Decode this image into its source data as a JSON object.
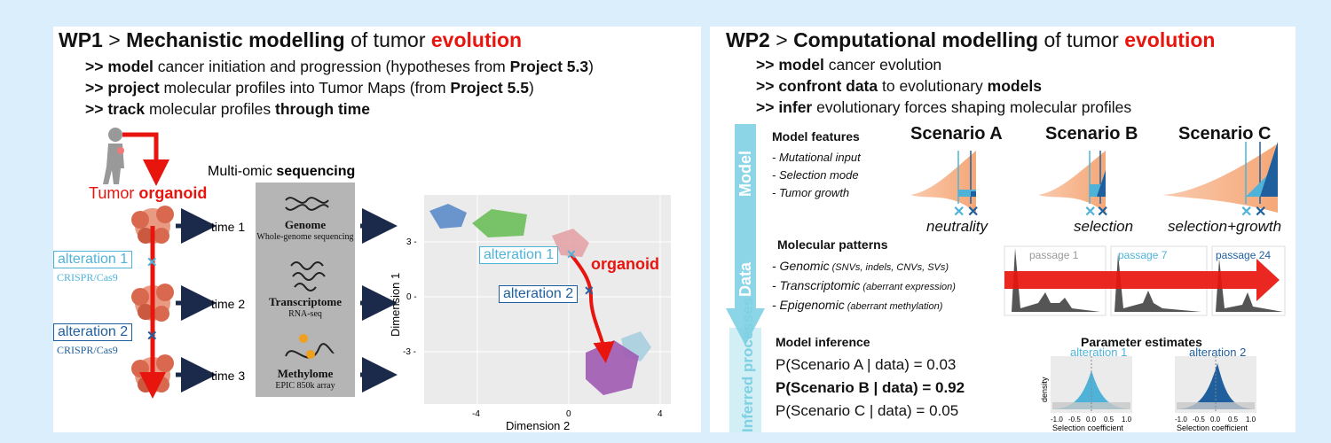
{
  "wp1": {
    "title_prefix": "WP1",
    "title_sep": " > ",
    "title_bold": "Mechanistic modelling",
    "title_mid": " of tumor ",
    "title_red": "evolution",
    "bullets": [
      {
        "arrow": ">> ",
        "bold": "model",
        "text": " cancer initiation and progression (hypotheses from ",
        "bold2": "Project 5.3",
        "end": ")"
      },
      {
        "arrow": ">> ",
        "bold": "project",
        "text": " molecular profiles into Tumor Maps (from ",
        "bold2": "Project 5.5",
        "end": ")"
      },
      {
        "arrow": ">> ",
        "bold": "track",
        "text": " molecular profiles ",
        "bold2": "through time",
        "end": ""
      }
    ],
    "tumor_label": "Tumor ",
    "tumor_label_bold": "organoid",
    "multiomic_prefix": "Multi-omic ",
    "multiomic_bold": "sequencing",
    "times": [
      "time 1",
      "time 2",
      "time 3"
    ],
    "alterations": [
      {
        "label": "alteration 1",
        "method": "CRISPR/Cas9",
        "color": "#4fb3d9"
      },
      {
        "label": "alteration 2",
        "method": "CRISPR/Cas9",
        "color": "#1f5f9e"
      }
    ],
    "omics": [
      {
        "name": "Genome",
        "sub": "Whole-genome sequencing"
      },
      {
        "name": "Transcriptome",
        "sub": "RNA-seq"
      },
      {
        "name": "Methylome",
        "sub": "EPIC 850k array"
      }
    ],
    "map": {
      "xlabel": "Dimension 2",
      "ylabel": "Dimension 1",
      "xticks": [
        "-4",
        "0",
        "4"
      ],
      "yticks": [
        "3 -",
        "0 -",
        "-3 -"
      ],
      "alt1": "alteration 1",
      "alt2": "alteration 2",
      "organoid": "organoid"
    }
  },
  "wp2": {
    "title_prefix": "WP2",
    "title_sep": " > ",
    "title_bold": "Computational modelling",
    "title_mid": " of tumor ",
    "title_red": "evolution",
    "bullets": [
      {
        "arrow": ">> ",
        "bold": "model",
        "text": " cancer evolution",
        "bold2": "",
        "end": ""
      },
      {
        "arrow": ">> ",
        "bold": "confront data",
        "text": " to evolutionary ",
        "bold2": "models",
        "end": ""
      },
      {
        "arrow": ">> ",
        "bold": "infer",
        "text": " evolutionary forces shaping molecular profiles",
        "bold2": "",
        "end": ""
      }
    ],
    "arrow_labels": [
      "Model",
      "Data",
      "Inferred processes"
    ],
    "model_features": {
      "title": "Model features",
      "items": [
        "- Mutational input",
        "- Selection mode",
        "- Tumor growth"
      ]
    },
    "scenarios": [
      {
        "title": "Scenario A",
        "caption": "neutrality"
      },
      {
        "title": "Scenario B",
        "caption": "selection"
      },
      {
        "title": "Scenario C",
        "caption": "selection+growth"
      }
    ],
    "molecular_patterns": {
      "title": "Molecular patterns",
      "items": [
        {
          "main": "- Genomic",
          "small": " (SNVs, indels, CNVs, SVs)"
        },
        {
          "main": "- Transcriptomic",
          "small": " (aberrant expression)"
        },
        {
          "main": "- Epigenomic",
          "small": " (aberrant methylation)"
        }
      ]
    },
    "passages": [
      "passage 1",
      "passage 7",
      "passage 24"
    ],
    "model_inference": {
      "title": "Model inference",
      "lines": [
        {
          "text": "P(Scenario A | data) = 0.03",
          "bold": false
        },
        {
          "text": "P(Scenario B | data) = 0.92",
          "bold": true
        },
        {
          "text": "P(Scenario C | data) = 0.05",
          "bold": false
        }
      ]
    },
    "parameter_estimates": {
      "title": "Parameter estimates",
      "panels": [
        {
          "label": "alteration 1",
          "color": "#4fb3d9"
        },
        {
          "label": "alteration 2",
          "color": "#1f5f9e"
        }
      ],
      "ylabel": "density",
      "xlabel": "Selection coefficient",
      "xticks": [
        "-1.0",
        "-0.5",
        "0.0",
        "0.5",
        "1.0"
      ]
    }
  },
  "colors": {
    "red": "#e8150e",
    "light_blue": "#4fb3d9",
    "dark_blue": "#1f5f9e",
    "navy": "#1b2a4a",
    "orange": "#f5a777",
    "arrow_blue": "#7fd0e3"
  }
}
